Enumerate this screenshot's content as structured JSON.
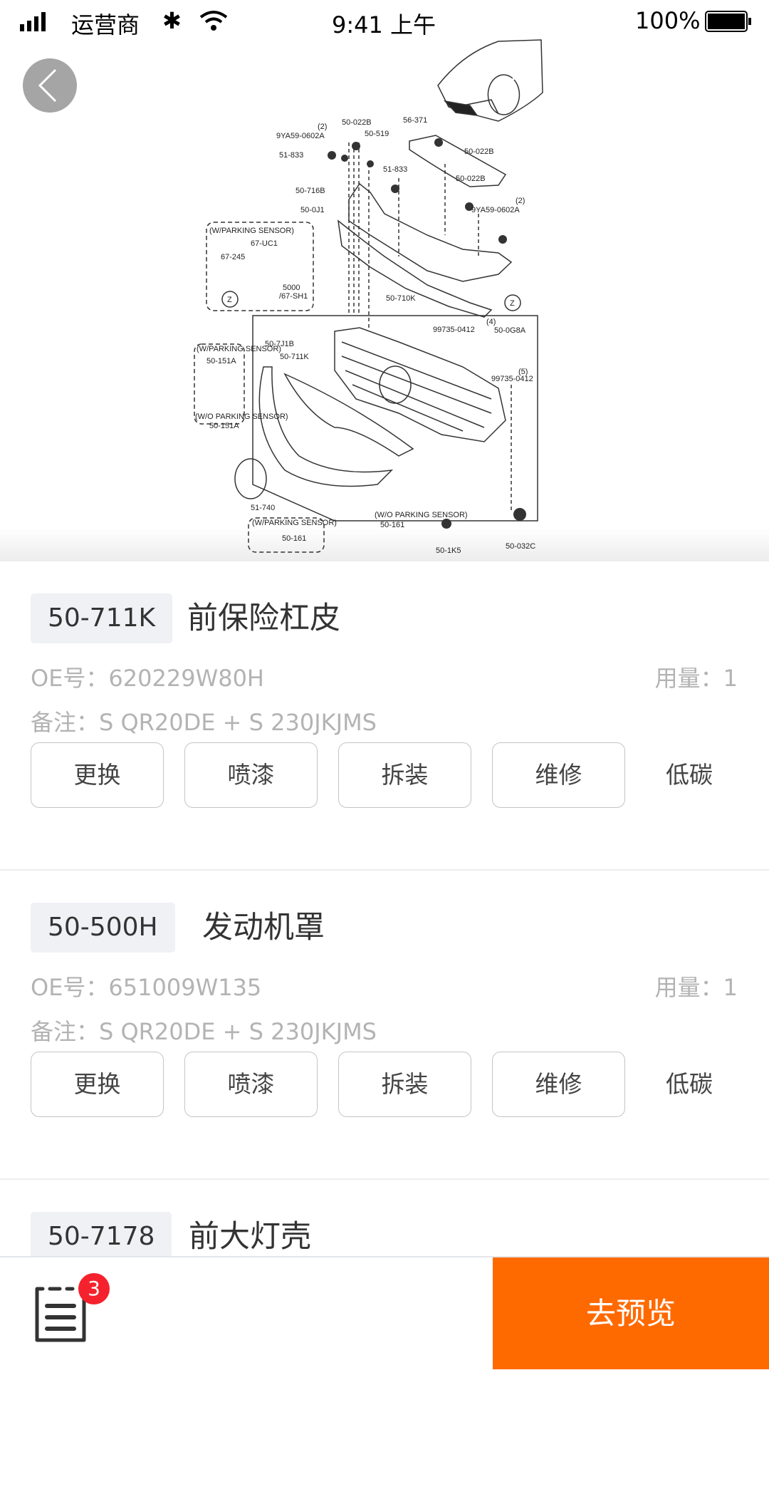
{
  "status_bar": {
    "carrier": "运营商",
    "time": "9:41 上午",
    "battery": "100%"
  },
  "diagram": {
    "labels": [
      "50-022B",
      "9YA59-0602A",
      "(2)",
      "50-519",
      "56-371",
      "51-833",
      "50-022B",
      "51-833",
      "50-716B",
      "50-022B",
      "9YA59-0602A",
      "(2)",
      "50-0J1",
      "(W/PARKING SENSOR)",
      "67-UC1",
      "67-245",
      "5000",
      "/67-SH1",
      "50-710K",
      "99735-0412",
      "(4)",
      "50-0G8A",
      "50-7J1B",
      "50-711K",
      "(W/PARKING SENSOR)",
      "50-151A",
      "99735-0412",
      "(5)",
      "(W/O PARKING SENSOR)",
      "50-151A",
      "51-740",
      "(W/O PARKING SENSOR)",
      "50-161",
      "(W/PARKING SENSOR)",
      "50-161",
      "50-1K5",
      "50-032C",
      "Z",
      "Z"
    ]
  },
  "parts": [
    {
      "code": "50-711K",
      "name": "前保险杠皮",
      "oe": "OE号：620229W80H",
      "qty": "用量：1",
      "note": "备注：S QR20DE + S 230JKJMS"
    },
    {
      "code": "50-500H",
      "name": "发动机罩",
      "oe": "OE号：651009W135",
      "qty": "用量：1",
      "note": "备注：S QR20DE + S 230JKJMS"
    },
    {
      "code": "50-7178",
      "name": "前大灯壳"
    }
  ],
  "actions": [
    "更换",
    "喷漆",
    "拆装",
    "维修",
    "低碳"
  ],
  "bottom": {
    "cart_count": "3",
    "preview_label": "去预览"
  },
  "colors": {
    "accent": "#ff6a00",
    "badge": "#f5222d"
  }
}
